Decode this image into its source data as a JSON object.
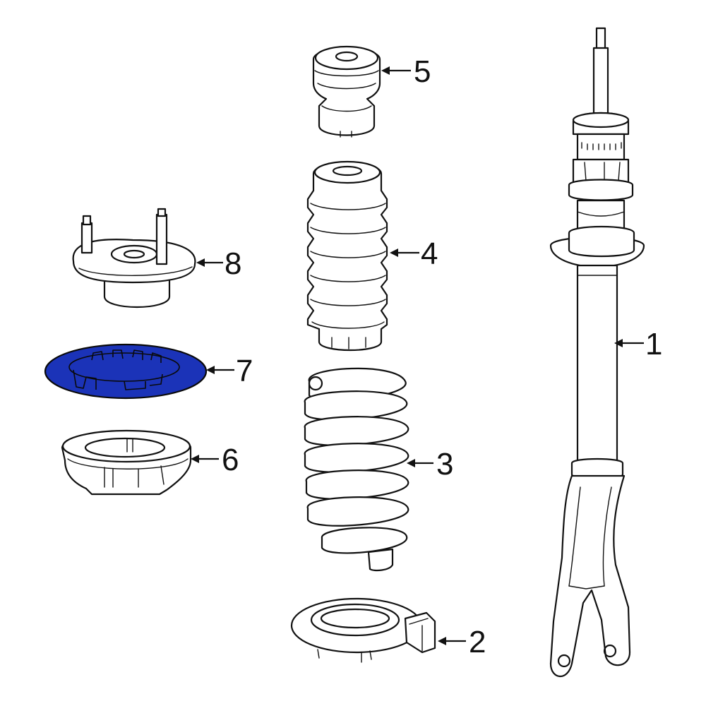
{
  "diagram": {
    "highlight_color": "#1b33b8",
    "highlighted_part": "7",
    "callouts": [
      {
        "id": "1",
        "label": "1"
      },
      {
        "id": "2",
        "label": "2"
      },
      {
        "id": "3",
        "label": "3"
      },
      {
        "id": "4",
        "label": "4"
      },
      {
        "id": "5",
        "label": "5"
      },
      {
        "id": "6",
        "label": "6"
      },
      {
        "id": "7",
        "label": "7"
      },
      {
        "id": "8",
        "label": "8"
      }
    ]
  }
}
